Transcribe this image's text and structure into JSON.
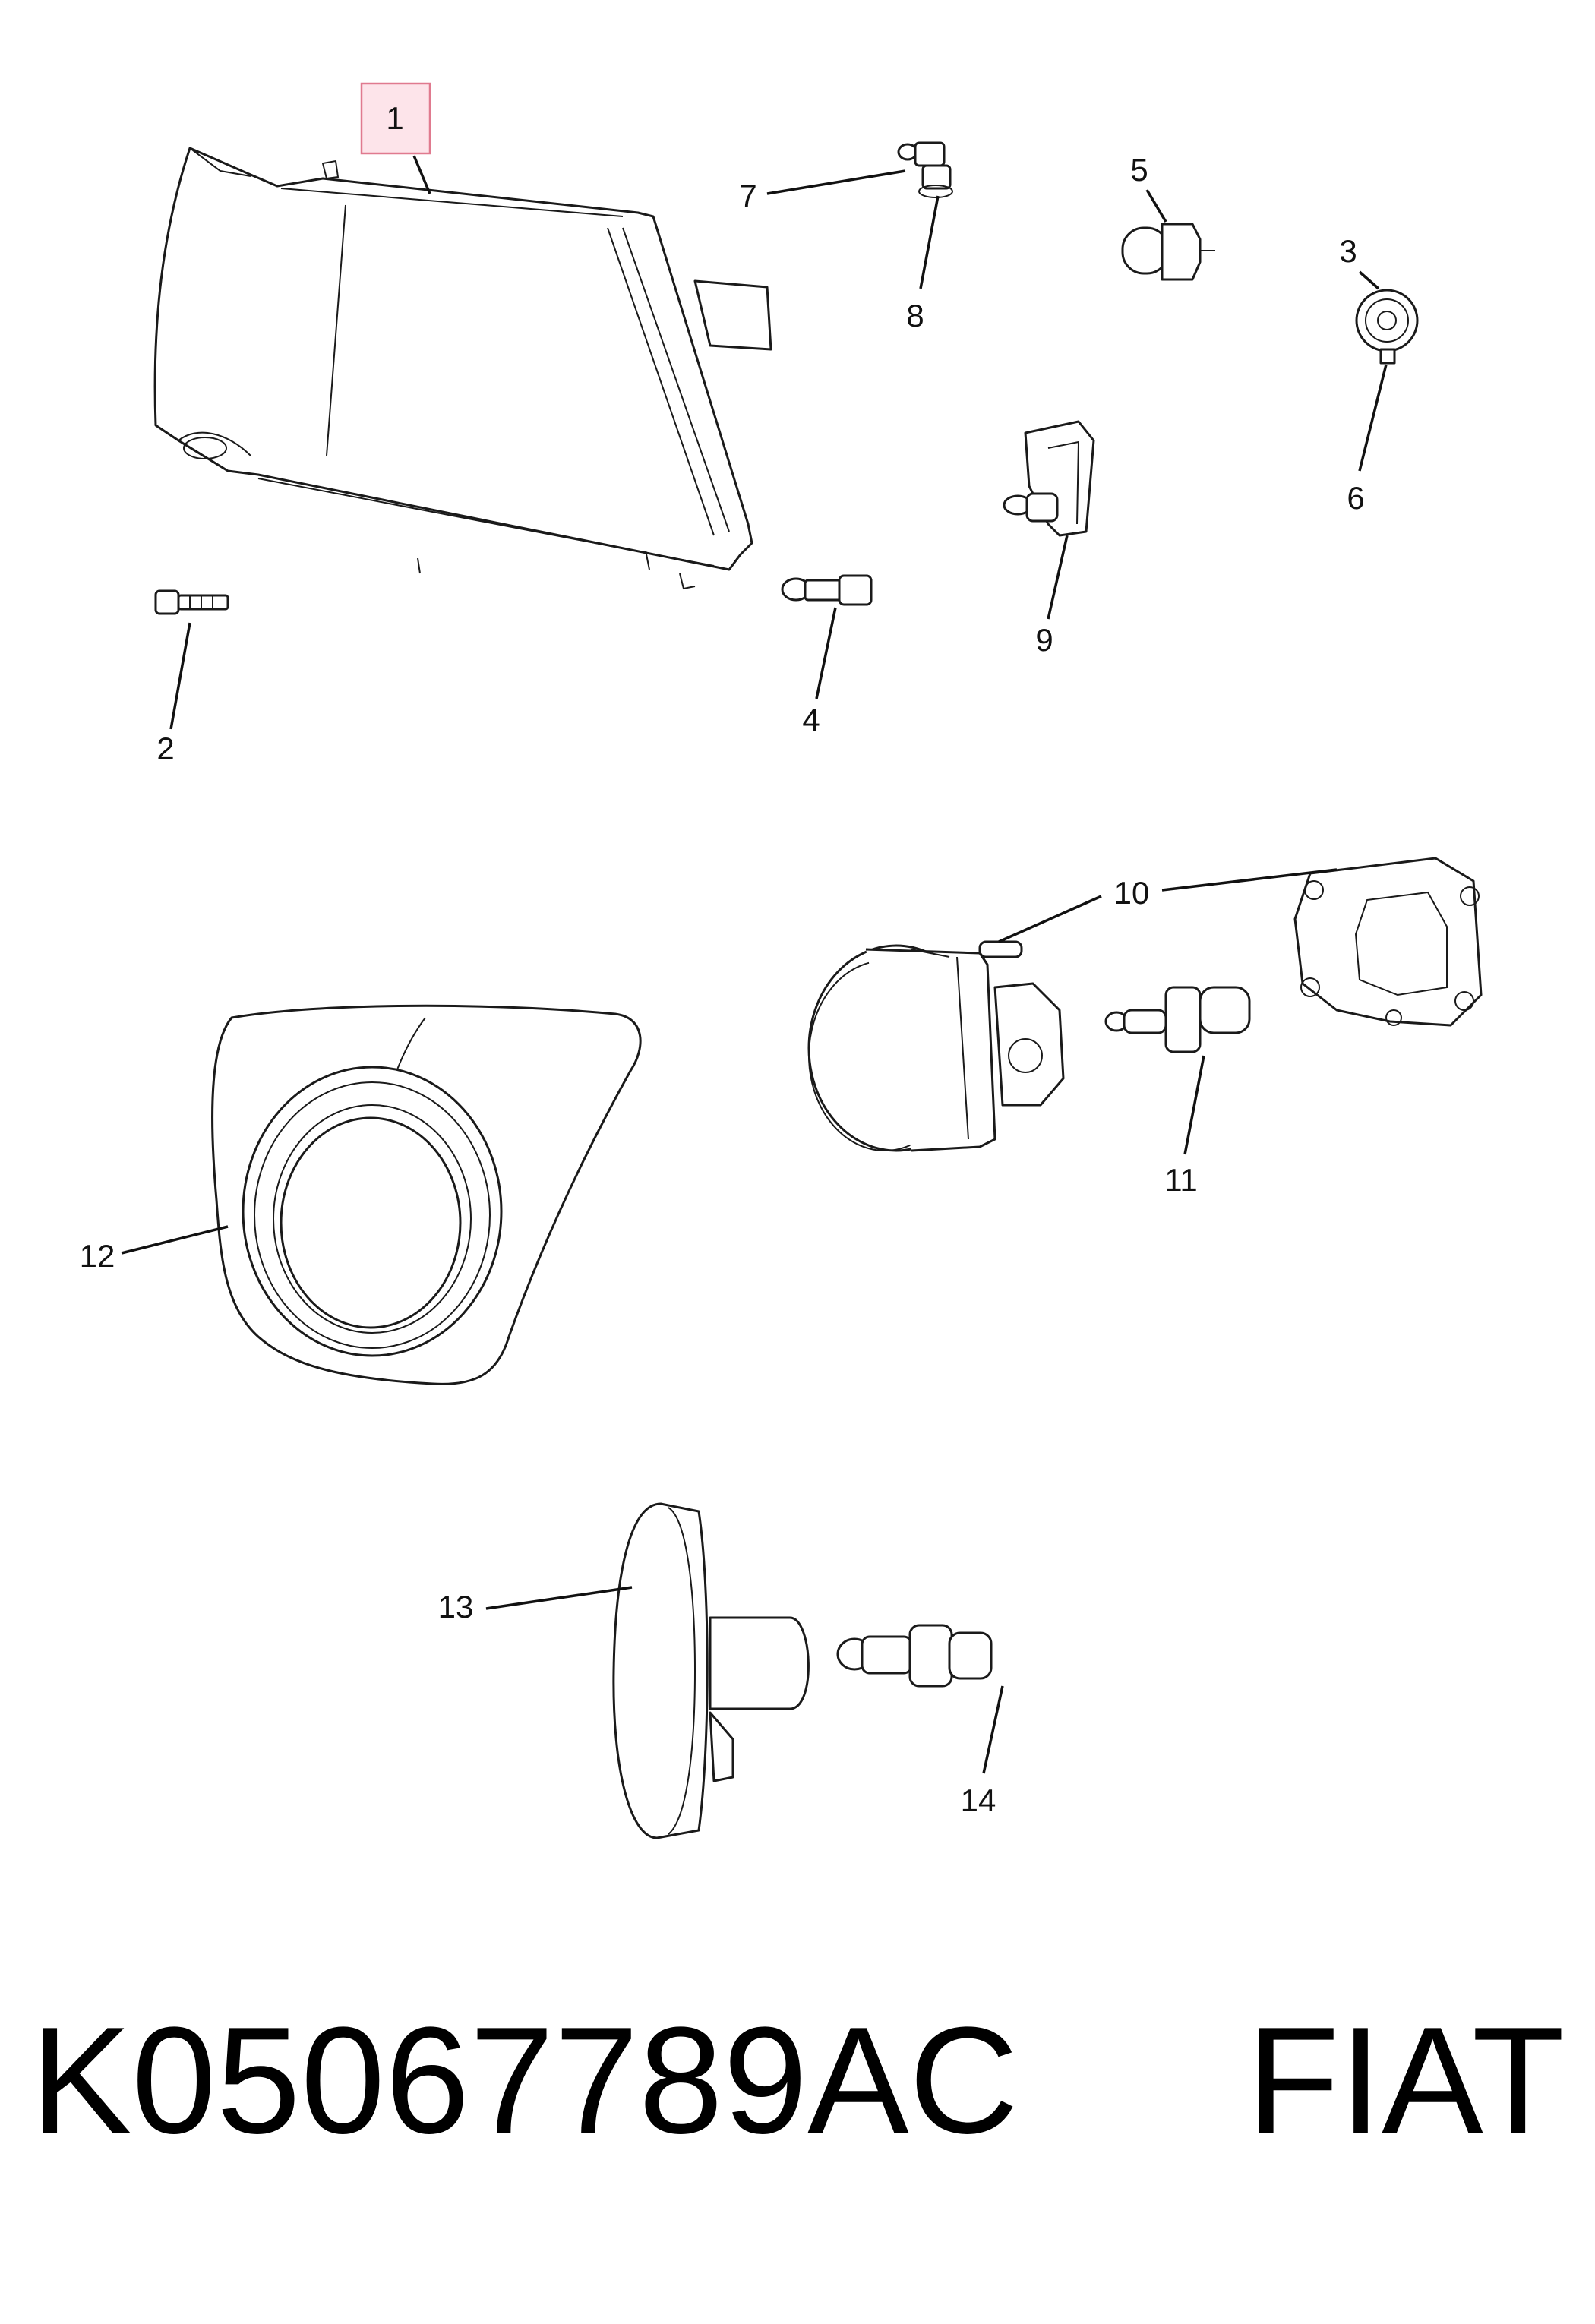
{
  "callouts": [
    {
      "id": "1",
      "label": "1"
    },
    {
      "id": "2",
      "label": "2"
    },
    {
      "id": "3",
      "label": "3"
    },
    {
      "id": "4",
      "label": "4"
    },
    {
      "id": "5",
      "label": "5"
    },
    {
      "id": "6",
      "label": "6"
    },
    {
      "id": "7",
      "label": "7"
    },
    {
      "id": "8",
      "label": "8"
    },
    {
      "id": "9",
      "label": "9"
    },
    {
      "id": "10",
      "label": "10"
    },
    {
      "id": "11",
      "label": "11"
    },
    {
      "id": "12",
      "label": "12"
    },
    {
      "id": "13",
      "label": "13"
    },
    {
      "id": "14",
      "label": "14"
    }
  ],
  "footer": {
    "part_number": "K05067789AC",
    "brand": "FIAT"
  },
  "colors": {
    "highlight_fill": "#fde4ea",
    "highlight_stroke": "#e07a8f",
    "line": "#1a1a1a"
  }
}
